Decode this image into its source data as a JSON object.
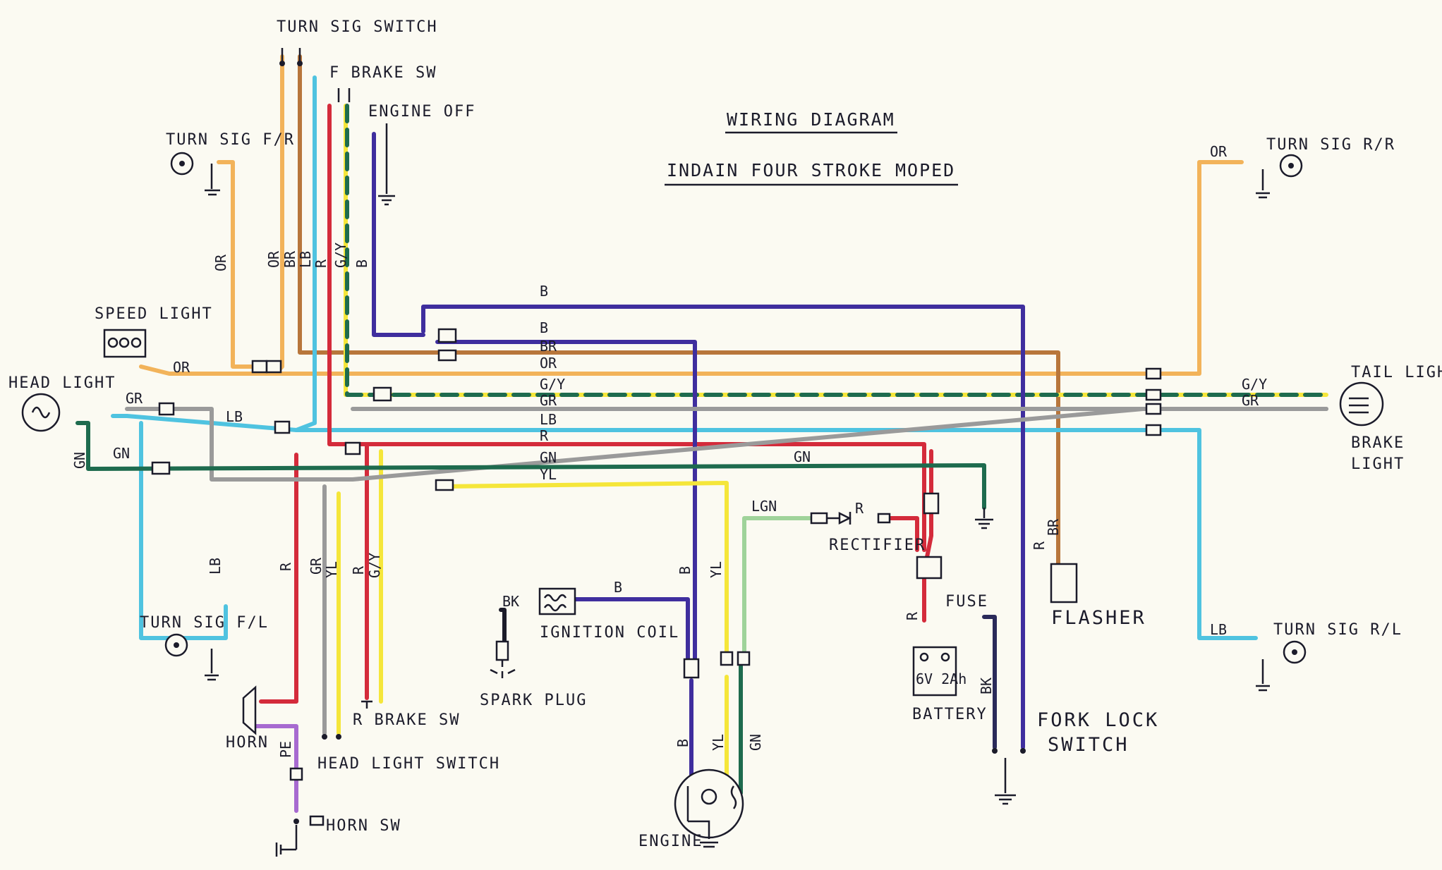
{
  "title": "WIRING DIAGRAM",
  "subtitle": "INDAIN FOUR STROKE MOPED",
  "components": {
    "turn_sig_switch": "TURN SIG SWITCH",
    "f_brake_sw": "F BRAKE SW",
    "engine_off": "ENGINE OFF",
    "turn_sig_fr": "TURN SIG F/R",
    "turn_sig_rr": "TURN SIG R/R",
    "speed_light": "SPEED LIGHT",
    "head_light": "HEAD LIGHT",
    "tail_light": "TAIL LIGHT",
    "brake_light": "BRAKE",
    "brake_light_2": "LIGHT",
    "rectifier": "RECTIFIER",
    "fuse": "FUSE",
    "flasher": "FLASHER",
    "turn_sig_fl": "TURN SIG F/L",
    "turn_sig_rl": "TURN SIG R/L",
    "ignition_coil": "IGNITION COIL",
    "spark_plug": "SPARK PLUG",
    "battery": "BATTERY",
    "battery_rating": "6V 2Ah",
    "horn": "HORN",
    "horn_sw": "HORN SW",
    "head_light_switch": "HEAD LIGHT SWITCH",
    "r_brake_sw": "R BRAKE SW",
    "fork_lock": "FORK LOCK",
    "fork_lock_2": "SWITCH",
    "engine": "ENGINE"
  },
  "wire_labels": {
    "or": "OR",
    "br": "BR",
    "lb": "LB",
    "r": "R",
    "gy": "G/Y",
    "b": "B",
    "gr": "GR",
    "gn": "GN",
    "yl": "YL",
    "lgn": "LGN",
    "bk": "BK",
    "pe": "PE"
  },
  "wire_colors": {
    "or": "#f2b35a",
    "br": "#b8763b",
    "lb": "#4fc3e0",
    "r": "#d42b3b",
    "gn": "#1e6b4e",
    "y": "#f5e63a",
    "b": "#3f2e9e",
    "gr": "#9a9a9a",
    "pe": "#a76ad0",
    "lgn": "#9fd39a"
  }
}
